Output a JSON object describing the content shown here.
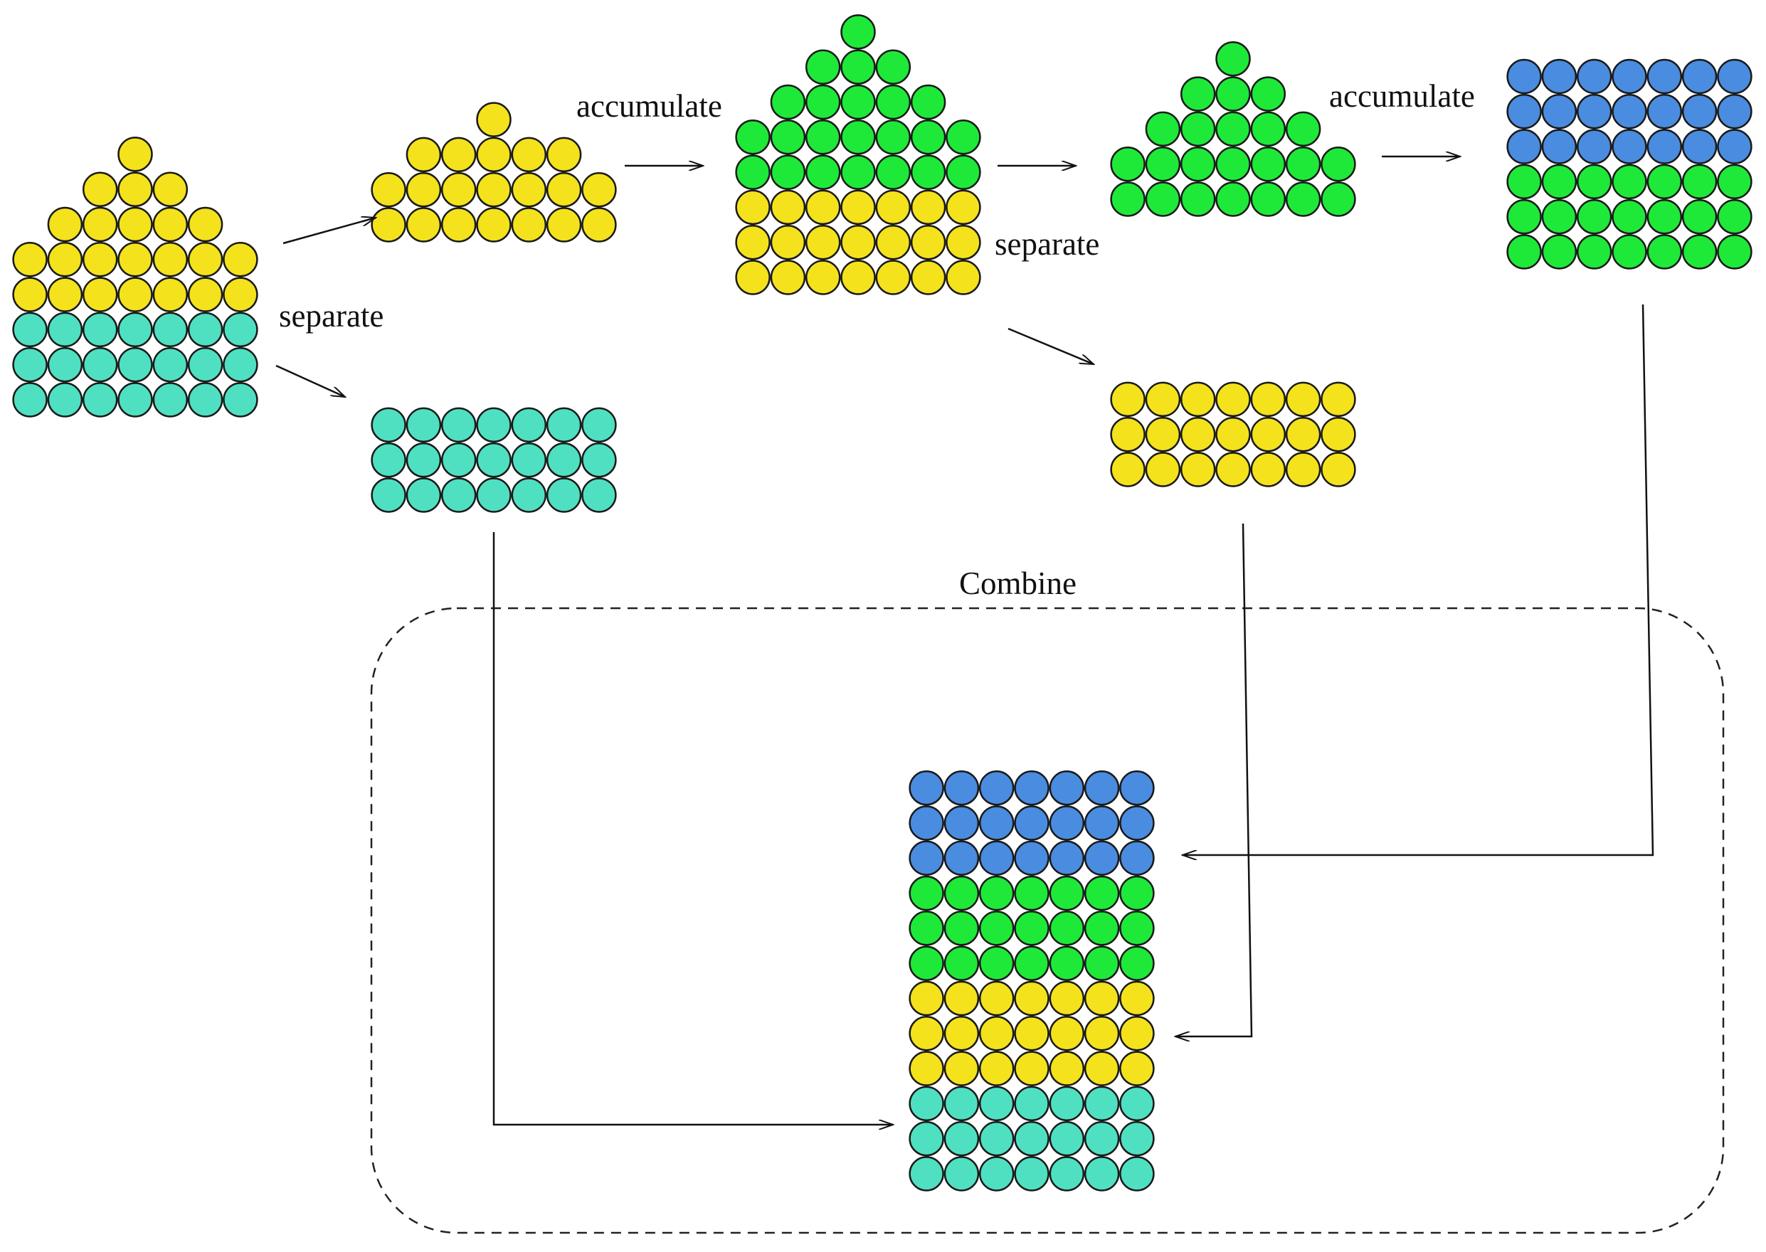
{
  "labels": {
    "separate_1": "separate",
    "accumulate_1": "accumulate",
    "separate_2": "separate",
    "accumulate_2": "accumulate",
    "combine": "Combine"
  },
  "colors": {
    "yellow": "#f4e21c",
    "teal": "#4fe0c2",
    "green": "#1ee938",
    "blue": "#4a8cdf",
    "outline": "#1a1a1a"
  },
  "groups": [
    {
      "id": "start-pile",
      "row_colors": [
        "teal",
        "teal",
        "teal",
        "yellow",
        "yellow",
        "yellow",
        "yellow",
        "yellow"
      ],
      "row_counts": [
        7,
        7,
        7,
        7,
        7,
        5,
        3,
        1
      ]
    },
    {
      "id": "yellow-pile",
      "row_colors": [
        "yellow",
        "yellow",
        "yellow",
        "yellow"
      ],
      "row_counts": [
        7,
        7,
        5,
        1
      ]
    },
    {
      "id": "teal-block",
      "row_colors": [
        "teal",
        "teal",
        "teal"
      ],
      "row_counts": [
        7,
        7,
        7
      ]
    },
    {
      "id": "accumulated-pile-1",
      "row_colors": [
        "yellow",
        "yellow",
        "yellow",
        "green",
        "green",
        "green",
        "green",
        "green"
      ],
      "row_counts": [
        7,
        7,
        7,
        7,
        7,
        5,
        3,
        1
      ]
    },
    {
      "id": "green-pile",
      "row_colors": [
        "green",
        "green",
        "green",
        "green",
        "green"
      ],
      "row_counts": [
        7,
        7,
        5,
        3,
        1
      ]
    },
    {
      "id": "yellow-block",
      "row_colors": [
        "yellow",
        "yellow",
        "yellow"
      ],
      "row_counts": [
        7,
        7,
        7
      ]
    },
    {
      "id": "accumulated-block-2",
      "row_colors": [
        "green",
        "green",
        "green",
        "blue",
        "blue",
        "blue"
      ],
      "row_counts": [
        7,
        7,
        7,
        7,
        7,
        7
      ]
    },
    {
      "id": "combined-block",
      "row_colors": [
        "teal",
        "teal",
        "teal",
        "yellow",
        "yellow",
        "yellow",
        "green",
        "green",
        "green",
        "blue",
        "blue",
        "blue"
      ],
      "row_counts": [
        7,
        7,
        7,
        7,
        7,
        7,
        7,
        7,
        7,
        7,
        7,
        7
      ]
    }
  ]
}
